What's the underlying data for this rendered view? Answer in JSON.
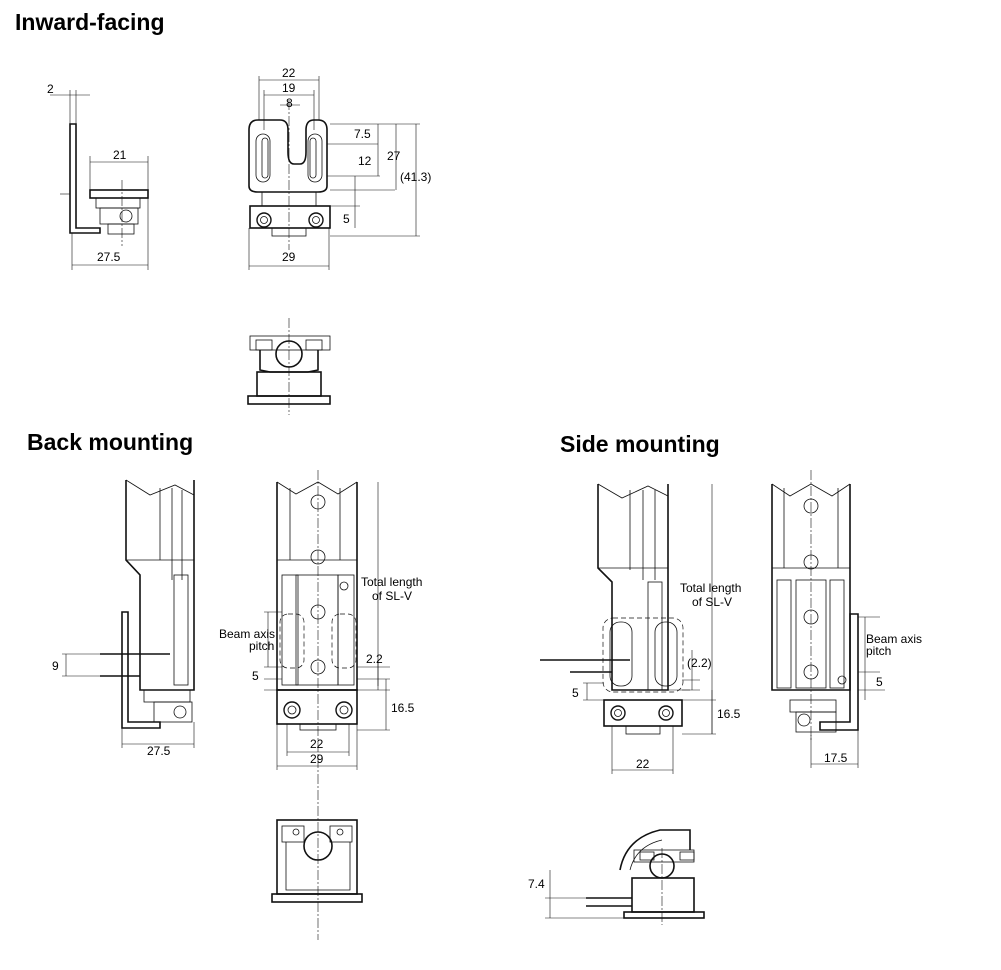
{
  "headings": {
    "inward": "Inward-facing",
    "back": "Back mounting",
    "side": "Side mounting"
  },
  "inward": {
    "side_view": {
      "d_thickness": "2",
      "d_top": "21",
      "d_width": "27.5"
    },
    "front_view": {
      "d_22": "22",
      "d_19": "19",
      "d_8": "8",
      "d_7_5": "7.5",
      "d_12": "12",
      "d_27": "27",
      "d_41_3": "(41.3)",
      "d_5": "5",
      "d_29": "29"
    }
  },
  "back": {
    "side_view": {
      "d_9": "9",
      "d_27_5": "27.5"
    },
    "front_view": {
      "total_length_1": "Total length",
      "total_length_2": "of SL-V",
      "beam_axis_1": "Beam axis",
      "beam_axis_2": "pitch",
      "d_2_2": "2.2",
      "d_5": "5",
      "d_16_5": "16.5",
      "d_22": "22",
      "d_29": "29"
    }
  },
  "side": {
    "view_a": {
      "total_length_1": "Total length",
      "total_length_2": "of SL-V",
      "d_2_2": "(2.2)",
      "d_5": "5",
      "d_16_5": "16.5",
      "d_22": "22"
    },
    "view_b": {
      "beam_axis_1": "Beam axis",
      "beam_axis_2": "pitch",
      "d_5": "5",
      "d_17_5": "17.5"
    },
    "bottom_view": {
      "d_7_4": "7.4"
    }
  }
}
